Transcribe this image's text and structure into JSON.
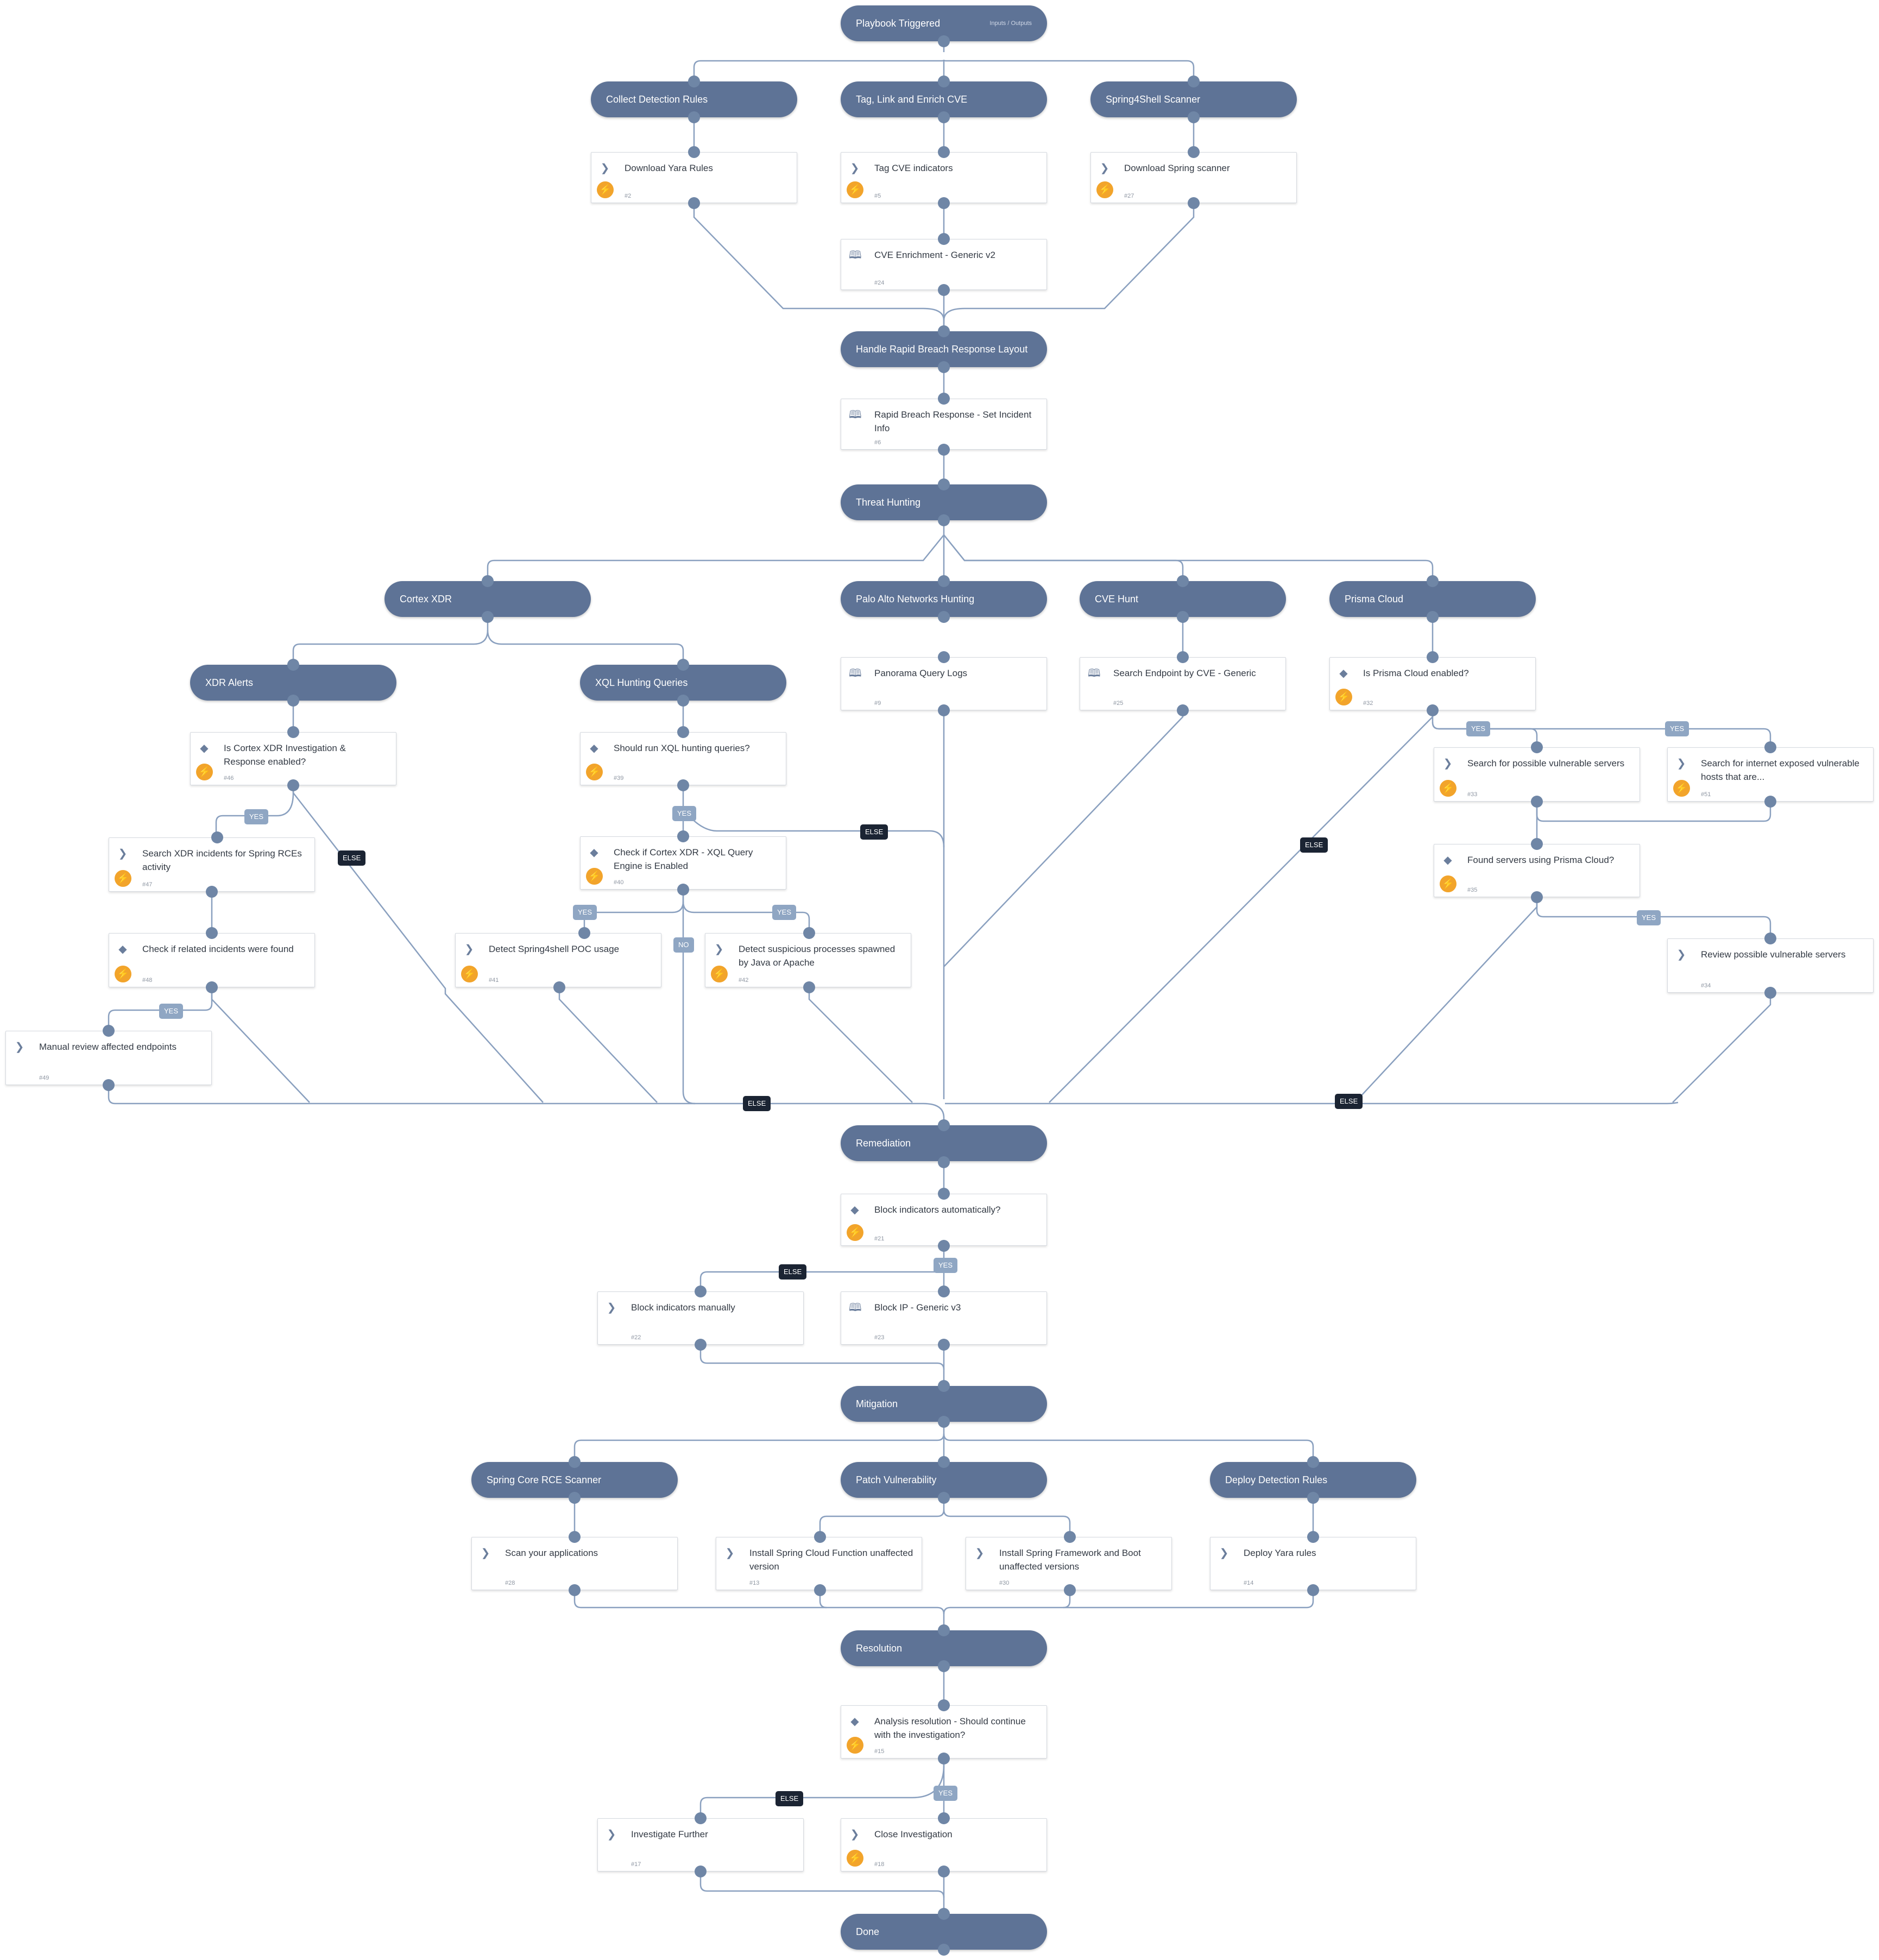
{
  "sections": {
    "playbook_triggered": {
      "label": "Playbook Triggered",
      "io": "Inputs / Outputs"
    },
    "collect_detection_rules": {
      "label": "Collect Detection Rules"
    },
    "tag_link_enrich_cve": {
      "label": "Tag, Link and Enrich CVE"
    },
    "spring4shell_scanner": {
      "label": "Spring4Shell Scanner"
    },
    "handle_rapid_breach": {
      "label": "Handle Rapid Breach Response Layout"
    },
    "threat_hunting": {
      "label": "Threat Hunting"
    },
    "cortex_xdr": {
      "label": "Cortex XDR"
    },
    "palo_alto_hunting": {
      "label": "Palo Alto Networks Hunting"
    },
    "cve_hunt": {
      "label": "CVE Hunt"
    },
    "prisma_cloud": {
      "label": "Prisma Cloud"
    },
    "xdr_alerts": {
      "label": "XDR Alerts"
    },
    "xql_hunting_queries": {
      "label": "XQL Hunting Queries"
    },
    "remediation": {
      "label": "Remediation"
    },
    "mitigation": {
      "label": "Mitigation"
    },
    "spring_core_rce_scanner": {
      "label": "Spring Core RCE Scanner"
    },
    "patch_vulnerability": {
      "label": "Patch Vulnerability"
    },
    "deploy_detection_rules": {
      "label": "Deploy Detection Rules"
    },
    "resolution": {
      "label": "Resolution"
    },
    "done": {
      "label": "Done"
    }
  },
  "tasks": {
    "download_yara_rules": {
      "label": "Download Yara Rules",
      "id": "#2"
    },
    "tag_cve_indicators": {
      "label": "Tag CVE indicators",
      "id": "#5"
    },
    "download_spring_scanner": {
      "label": "Download Spring scanner",
      "id": "#27"
    },
    "cve_enrichment": {
      "label": "CVE Enrichment - Generic v2",
      "id": "#24"
    },
    "rapid_breach_set_info": {
      "label": "Rapid Breach Response - Set Incident Info",
      "id": "#6"
    },
    "panorama_query_logs": {
      "label": "Panorama Query Logs",
      "id": "#9"
    },
    "search_endpoint_cve": {
      "label": "Search Endpoint by CVE - Generic",
      "id": "#25"
    },
    "is_prisma_enabled": {
      "label": "Is Prisma Cloud enabled?",
      "id": "#32"
    },
    "is_xdr_enabled": {
      "label": "Is Cortex XDR Investigation & Response enabled?",
      "id": "#46"
    },
    "should_run_xql": {
      "label": "Should run XQL hunting queries?",
      "id": "#39"
    },
    "search_vuln_servers": {
      "label": "Search for possible vulnerable servers",
      "id": "#33"
    },
    "search_internet_exposed": {
      "label": "Search for internet exposed vulnerable hosts that are...",
      "id": "#51"
    },
    "search_xdr_incidents": {
      "label": "Search XDR incidents for Spring RCEs activity",
      "id": "#47"
    },
    "check_xql_engine": {
      "label": "Check if Cortex XDR - XQL Query Engine is Enabled",
      "id": "#40"
    },
    "found_servers_prisma": {
      "label": "Found servers using Prisma Cloud?",
      "id": "#35"
    },
    "check_related_incidents": {
      "label": "Check if related incidents were found",
      "id": "#48"
    },
    "detect_poc_usage": {
      "label": "Detect Spring4shell POC usage",
      "id": "#41"
    },
    "detect_suspicious_processes": {
      "label": "Detect suspicious processes spawned by Java or Apache",
      "id": "#42"
    },
    "review_vuln_servers": {
      "label": "Review possible vulnerable servers",
      "id": "#34"
    },
    "manual_review_endpoints": {
      "label": "Manual review affected endpoints",
      "id": "#49"
    },
    "block_indicators_auto": {
      "label": "Block indicators automatically?",
      "id": "#21"
    },
    "block_indicators_manual": {
      "label": "Block indicators manually",
      "id": "#22"
    },
    "block_ip_generic": {
      "label": "Block IP - Generic v3",
      "id": "#23"
    },
    "scan_applications": {
      "label": "Scan your applications",
      "id": "#28"
    },
    "install_cloud_function": {
      "label": "Install Spring Cloud Function unaffected version",
      "id": "#13"
    },
    "install_framework_boot": {
      "label": "Install Spring Framework and Boot unaffected versions",
      "id": "#30"
    },
    "deploy_yara_rules": {
      "label": "Deploy Yara rules",
      "id": "#14"
    },
    "analysis_resolution": {
      "label": "Analysis resolution - Should continue with the investigation?",
      "id": "#15"
    },
    "investigate_further": {
      "label": "Investigate Further",
      "id": "#17"
    },
    "close_investigation": {
      "label": "Close Investigation",
      "id": "#18"
    }
  },
  "conditions": {
    "prisma_yes_1": "YES",
    "prisma_yes_2": "YES",
    "prisma_else": "ELSE",
    "xdr_yes": "YES",
    "xdr_else": "ELSE",
    "xql_yes": "YES",
    "xql_else": "ELSE",
    "engine_yes_1": "YES",
    "engine_yes_2": "YES",
    "engine_no": "NO",
    "found_servers_yes": "YES",
    "found_servers_else": "ELSE",
    "related_yes": "YES",
    "related_else": "ELSE",
    "block_yes": "YES",
    "block_else": "ELSE",
    "resolution_yes": "YES",
    "resolution_else": "ELSE"
  },
  "colors": {
    "section_fill": "#5e7396",
    "port": "#6f86a6",
    "edge": "#8aa0bf",
    "automation_bolt": "#f2a42b",
    "else_pill": "#1b2433",
    "yes_pill": "#8fa6c3"
  },
  "icons": {
    "playbook": "book-icon",
    "manual": "chevron-icon",
    "condition": "diamond-icon",
    "automation": "bolt-icon"
  }
}
